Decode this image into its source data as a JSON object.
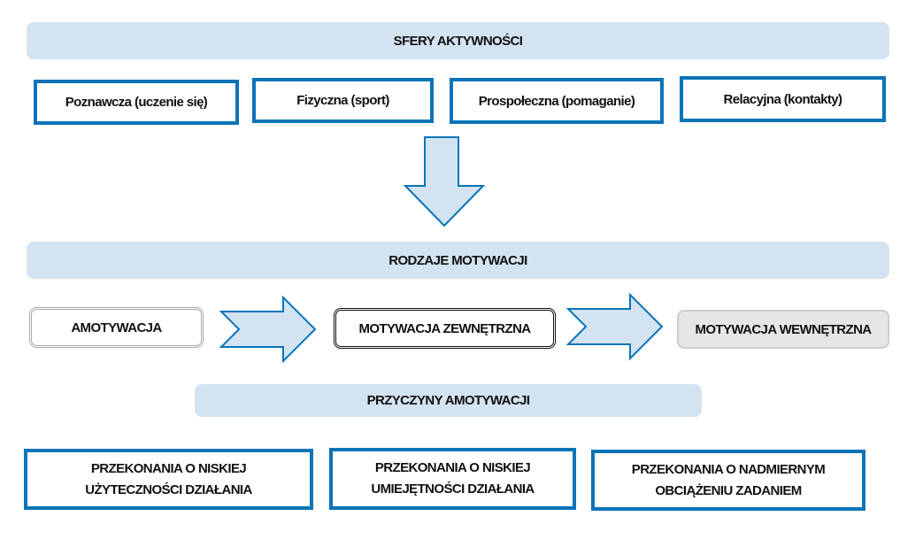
{
  "spheres": {
    "title": "SFERY AKTYWNOŚCI",
    "items": [
      "Poznawcza (uczenie się)",
      "Fizyczna (sport)",
      "Prospołeczna (pomaganie)",
      "Relacyjna (kontakty)"
    ]
  },
  "motivation": {
    "title": "RODZAJE MOTYWACJI",
    "items": [
      "AMOTYWACJA",
      "MOTYWACJA ZEWNĘTRZNA",
      "MOTYWACJA WEWNĘTRZNA"
    ]
  },
  "causes": {
    "title": "PRZYCZYNY AMOTYWACJI",
    "items": [
      {
        "line1": "PRZEKONANIA O NISKIEJ",
        "line2": "UŻYTECZNOŚCI DZIAŁANIA"
      },
      {
        "line1": "PRZEKONANIA O NISKIEJ",
        "line2": "UMIEJĘTNOŚCI DZIAŁANIA"
      },
      {
        "line1": "PRZEKONANIA O NADMIERNYM",
        "line2": "OBCIĄŻENIU ZADANIEM"
      }
    ]
  },
  "colors": {
    "accent": "#0a74b8",
    "banner": "#d3e3f1",
    "arrow_fill": "#d3e3f1"
  }
}
